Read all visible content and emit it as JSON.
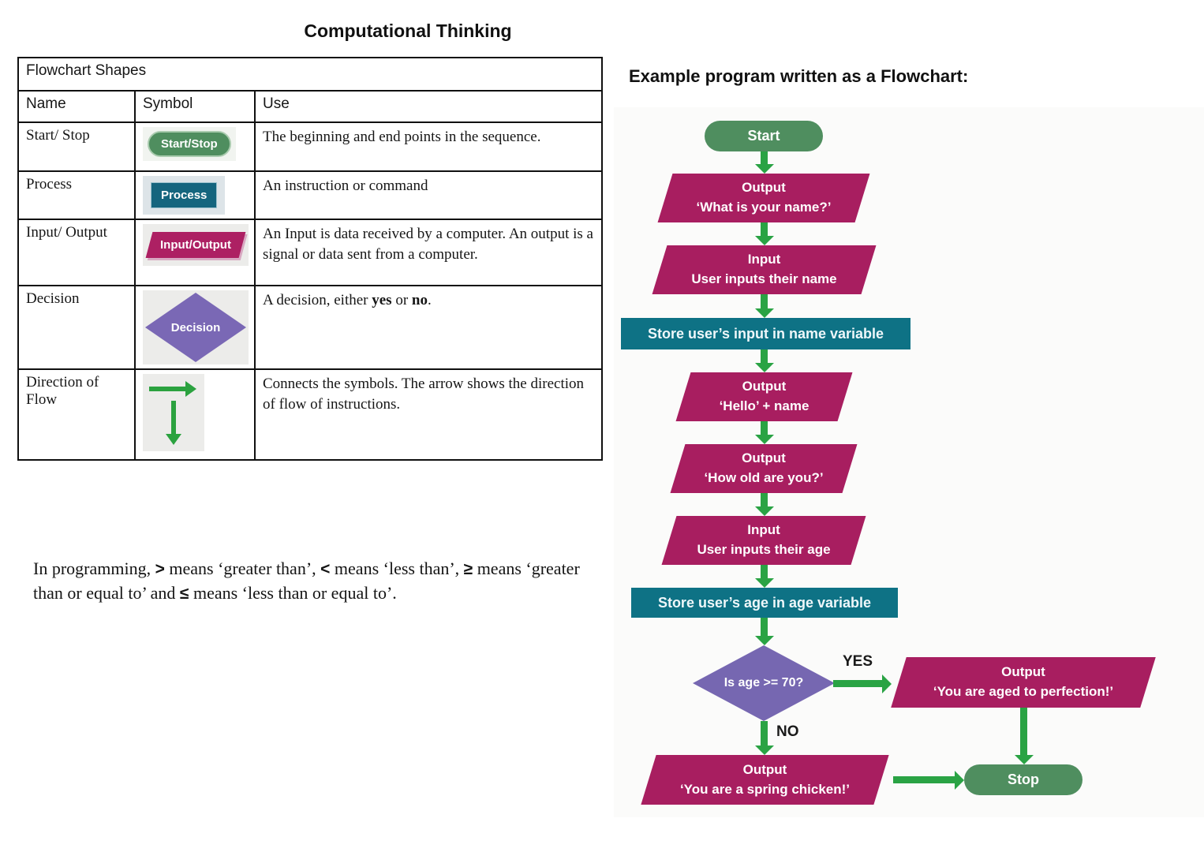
{
  "page": {
    "title": "Computational Thinking"
  },
  "table": {
    "title": "Flowchart Shapes",
    "headers": [
      "Name",
      "Symbol",
      "Use"
    ],
    "rows": [
      {
        "name": "Start/ Stop",
        "symbol_label": "Start/Stop",
        "use": "The beginning and end points in the sequence."
      },
      {
        "name": "Process",
        "symbol_label": "Process",
        "use": "An instruction or command"
      },
      {
        "name": "Input/ Output",
        "symbol_label": "Input/Output",
        "use": "An Input is data received by a computer. An output is a signal or data sent from a computer."
      },
      {
        "name": "Decision",
        "symbol_label": "Decision",
        "use_parts": [
          "A decision, either ",
          "yes",
          " or ",
          "no",
          "."
        ]
      },
      {
        "name": "Direction of Flow",
        "symbol_label": "arrow-icons",
        "use": "Connects the symbols. The arrow shows the direction of flow of instructions."
      }
    ]
  },
  "note": {
    "segments": [
      "In programming, ",
      ">",
      " means ‘greater than’, ",
      "<",
      " means ‘less than’, ",
      "≥",
      " means ‘greater than or equal to’ and ",
      "≤",
      " means ‘less than or equal to’."
    ]
  },
  "flowchart": {
    "heading": "Example program written as a Flowchart:",
    "yes_label": "YES",
    "no_label": "NO",
    "nodes": {
      "start": {
        "label": "Start"
      },
      "out_name": {
        "title": "Output",
        "text": "‘What is your name?’"
      },
      "in_name": {
        "title": "Input",
        "text": "User inputs their name"
      },
      "store_name": {
        "text": "Store user’s input in name variable"
      },
      "out_hello": {
        "title": "Output",
        "text": "‘Hello’ + name"
      },
      "out_age": {
        "title": "Output",
        "text": "‘How old are you?’"
      },
      "in_age": {
        "title": "Input",
        "text": "User inputs their age"
      },
      "store_age": {
        "text": "Store user’s age in age variable"
      },
      "decision": {
        "text": "Is age >= 70?"
      },
      "out_yes": {
        "title": "Output",
        "text": "‘You are aged to perfection!’"
      },
      "out_no": {
        "title": "Output",
        "text": "‘You are a spring chicken!’"
      },
      "stop": {
        "label": "Stop"
      }
    }
  },
  "colors": {
    "start_stop_green": "#4f8e5f",
    "arrow_green": "#2aa344",
    "io_magenta": "#a81e60",
    "process_teal": "#0e7285",
    "decision_purple": "#7667b1"
  }
}
